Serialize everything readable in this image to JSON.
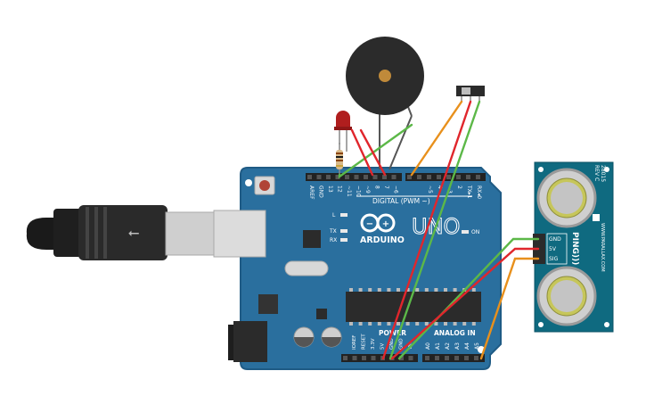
{
  "board": {
    "brand": "ARDUINO",
    "model": "UNO",
    "digital_label": "DIGITAL (PWM ~)",
    "analog_label": "ANALOG IN",
    "power_label": "POWER",
    "on_label": "ON",
    "led_l": "L",
    "led_tx": "TX",
    "led_rx": "RX",
    "top_pins": [
      "AREF",
      "GND",
      "13",
      "12",
      "~11",
      "~10",
      "~9",
      "8",
      "7",
      "~6",
      "~5",
      "4",
      "~3",
      "2",
      "TX▸1",
      "RX◂0"
    ],
    "power_pins": [
      "IOREF",
      "RESET",
      "3.3V",
      "5V",
      "GND",
      "GND",
      "Vin"
    ],
    "analog_pins": [
      "A0",
      "A1",
      "A2",
      "A3",
      "A4",
      "A5"
    ]
  },
  "sensor": {
    "part_no": "28015",
    "rev": "REV C",
    "name": "PING)))",
    "url": "WWW.PARALLAX.COM",
    "pins": [
      "GND",
      "5V",
      "SIG"
    ]
  },
  "colors": {
    "board": "#2a6f9e",
    "board_dark": "#1f5b85",
    "sensor_board": "#0f6a80",
    "wire_red": "#e0262c",
    "wire_green": "#5cb848",
    "wire_orange": "#e8901c",
    "led": "#b01e1e",
    "buzzer": "#2b2b2b"
  }
}
